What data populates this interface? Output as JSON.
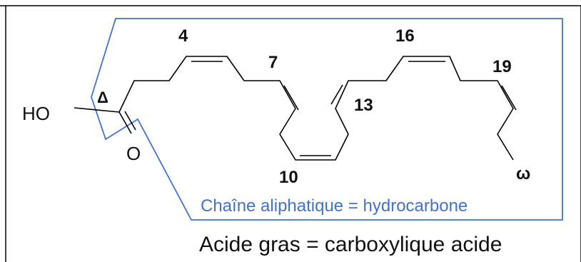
{
  "colors": {
    "frame": "#000000",
    "bond": "#000000",
    "highlight": "#4472C4",
    "text": "#111111"
  },
  "labels": {
    "ho": "HO",
    "o": "O",
    "delta": "Δ",
    "c4": "4",
    "c7": "7",
    "c10": "10",
    "c13": "13",
    "c16": "16",
    "c19": "19",
    "omega": "ω"
  },
  "captions": {
    "aliphatic": "Chaîne aliphatique = hydrocarbone",
    "fatty_acid": "Acide gras = carboxylique acide"
  }
}
